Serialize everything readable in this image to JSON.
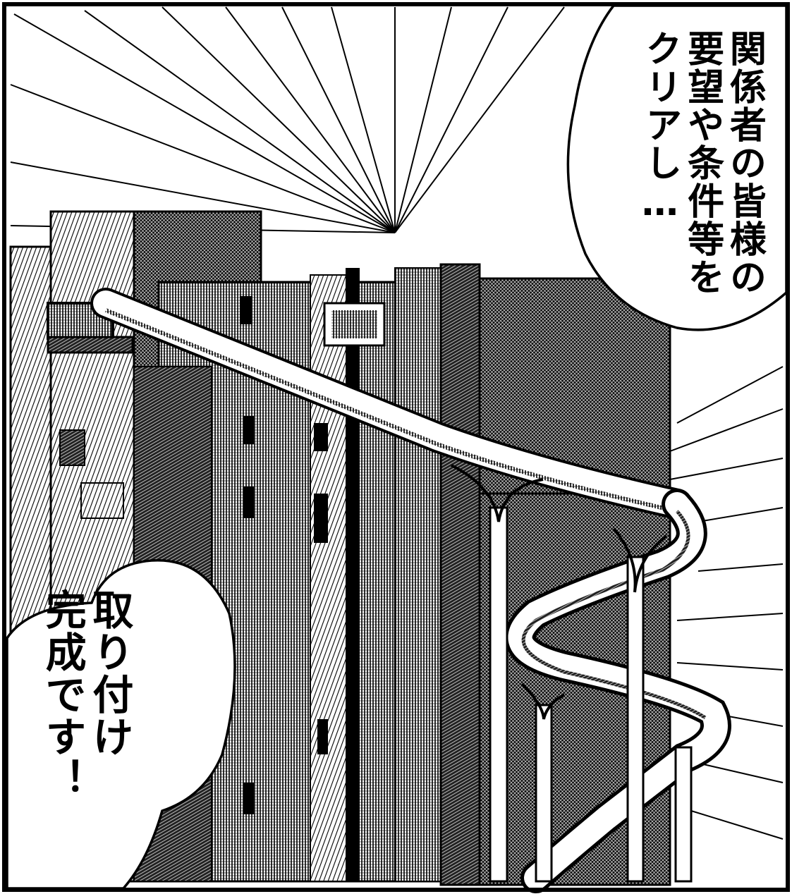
{
  "panel": {
    "bubble_top_right": {
      "lines": [
        "関係者の皆様の",
        "要望や条件等を",
        "クリアし…"
      ]
    },
    "bubble_bottom_left": {
      "lines": [
        "取り付け",
        "完成です！"
      ]
    }
  },
  "colors": {
    "ink": "#000000",
    "paper": "#ffffff"
  }
}
